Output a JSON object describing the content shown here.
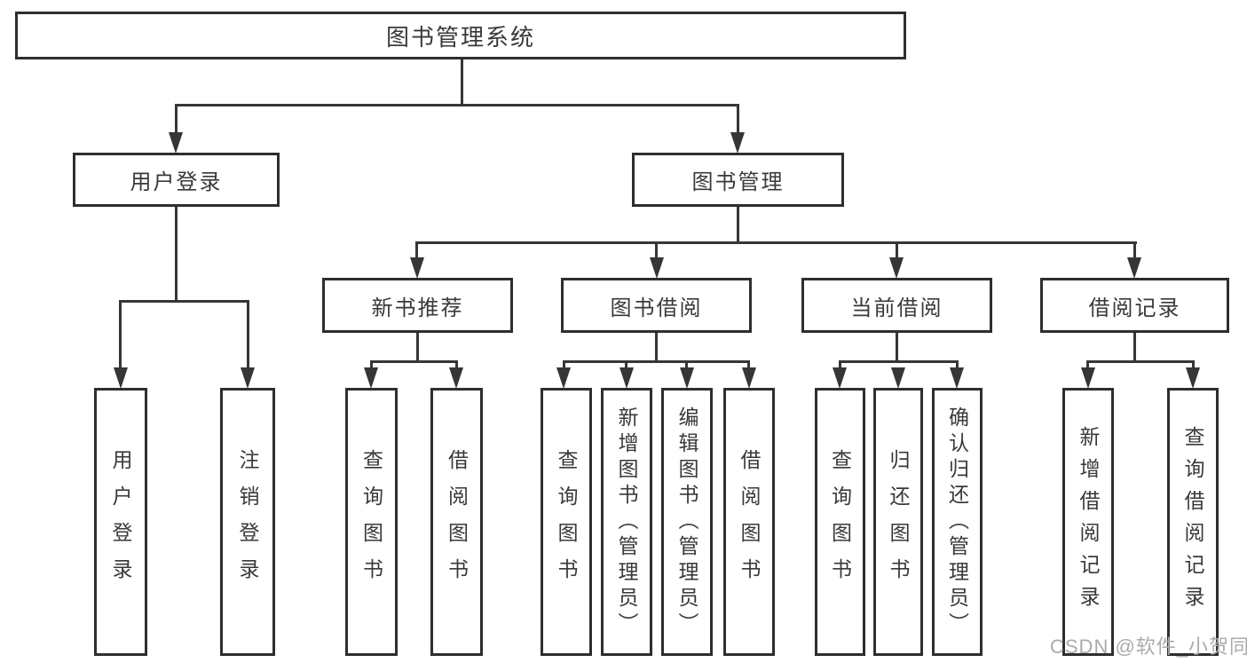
{
  "diagram": {
    "title_node": {
      "label": "图书管理系统"
    },
    "level2": [
      {
        "label": "用户登录"
      },
      {
        "label": "图书管理"
      }
    ],
    "level3": [
      {
        "label": "新书推荐"
      },
      {
        "label": "图书借阅"
      },
      {
        "label": "当前借阅"
      },
      {
        "label": "借阅记录"
      }
    ],
    "leaves": [
      {
        "label": "用户登录"
      },
      {
        "label": "注销登录"
      },
      {
        "label": "查询图书"
      },
      {
        "label": "借阅图书"
      },
      {
        "label": "查询图书"
      },
      {
        "label": "新增图书（管理员）"
      },
      {
        "label": "编辑图书（管理员）"
      },
      {
        "label": "借阅图书"
      },
      {
        "label": "查询图书"
      },
      {
        "label": "归还图书"
      },
      {
        "label": "确认归还（管理员）"
      },
      {
        "label": "新增借阅记录"
      },
      {
        "label": "查询借阅记录"
      }
    ],
    "watermark": "CSDN @软件_小贺同学",
    "colors": {
      "line": "#363636",
      "box_border": "#2e2e2e",
      "text": "#39393d",
      "watermark": "#ababab",
      "background": "#ffffff"
    }
  }
}
